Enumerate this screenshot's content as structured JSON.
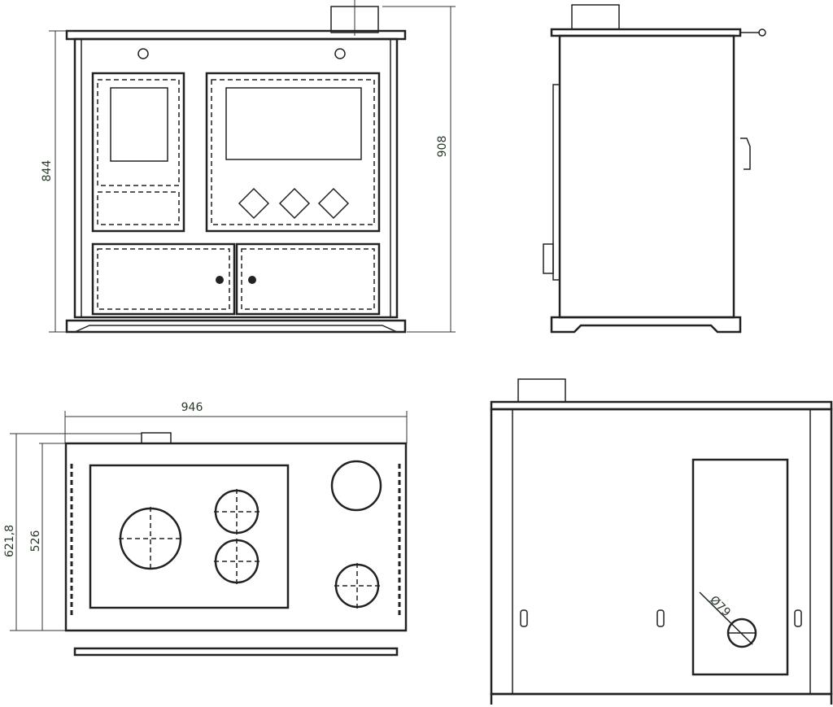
{
  "dimensions": {
    "front_height": "844",
    "total_height": "908",
    "width": "946",
    "depth_total": "621,8",
    "depth": "526",
    "flue_diameter": "Ø79"
  },
  "colors": {
    "line": "#222222",
    "dimension_text": "#2a3a2a"
  }
}
